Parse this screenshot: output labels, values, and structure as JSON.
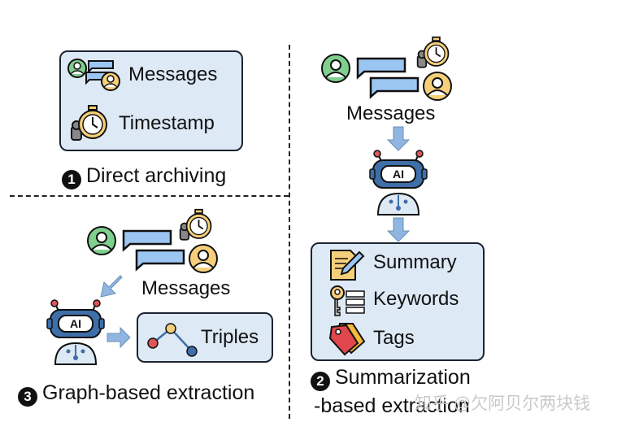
{
  "direct": {
    "messages_label": "Messages",
    "timestamp_label": "Timestamp",
    "number": "1",
    "caption": "Direct archiving"
  },
  "graph": {
    "messages_label": "Messages",
    "triples_label": "Triples",
    "ai_label": "AI",
    "number": "3",
    "caption": "Graph-based extraction"
  },
  "summary": {
    "messages_label": "Messages",
    "ai_label": "AI",
    "summary_label": "Summary",
    "keywords_label": "Keywords",
    "tags_label": "Tags",
    "number": "2",
    "caption_line1": "Summarization",
    "caption_line2": "-based extraction"
  },
  "watermark": "知乎 @欠阿贝尔两块钱",
  "icons": [
    "user-green-icon",
    "user-yellow-icon",
    "chat-bubbles-icon",
    "stopwatch-icon",
    "ai-robot-icon",
    "arrow-icon",
    "graph-nodes-icon",
    "note-pencil-icon",
    "key-list-icon",
    "tags-icon"
  ],
  "colors": {
    "box_fill": "#dde9f5",
    "arrow": "#8fb5e0",
    "bubble": "#9cc6f2",
    "user_green": "#7fcf8e",
    "user_yellow": "#f6cf7a",
    "robot_head": "#3e6fa8"
  }
}
